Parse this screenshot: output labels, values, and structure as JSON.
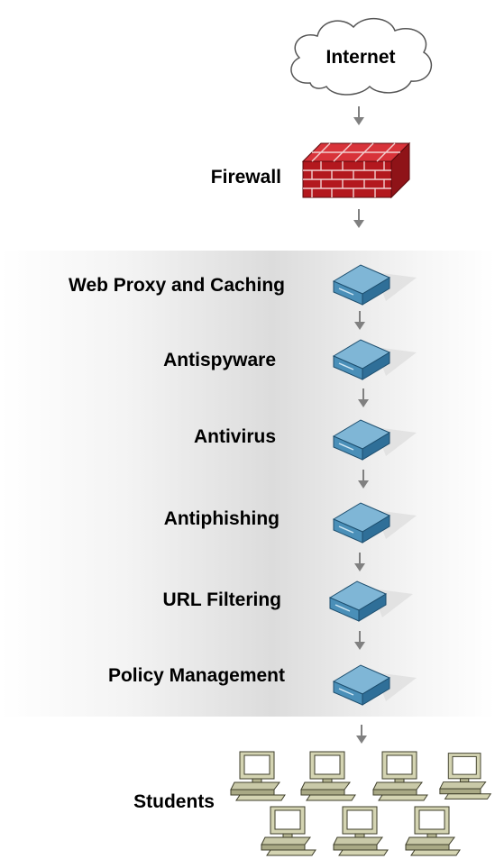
{
  "diagram": {
    "internet_label": "Internet",
    "firewall_label": "Firewall",
    "stack": [
      {
        "label": "Web Proxy and Caching"
      },
      {
        "label": "Antispyware"
      },
      {
        "label": "Antivirus"
      },
      {
        "label": "Antiphishing"
      },
      {
        "label": "URL Filtering"
      },
      {
        "label": "Policy Management"
      }
    ],
    "students_label": "Students"
  },
  "colors": {
    "appliance_top": "#7fb6d6",
    "appliance_side": "#2f6f98",
    "firewall_brick": "#b3181e",
    "workstation": "#c9c9a8",
    "arrow": "#808080"
  }
}
